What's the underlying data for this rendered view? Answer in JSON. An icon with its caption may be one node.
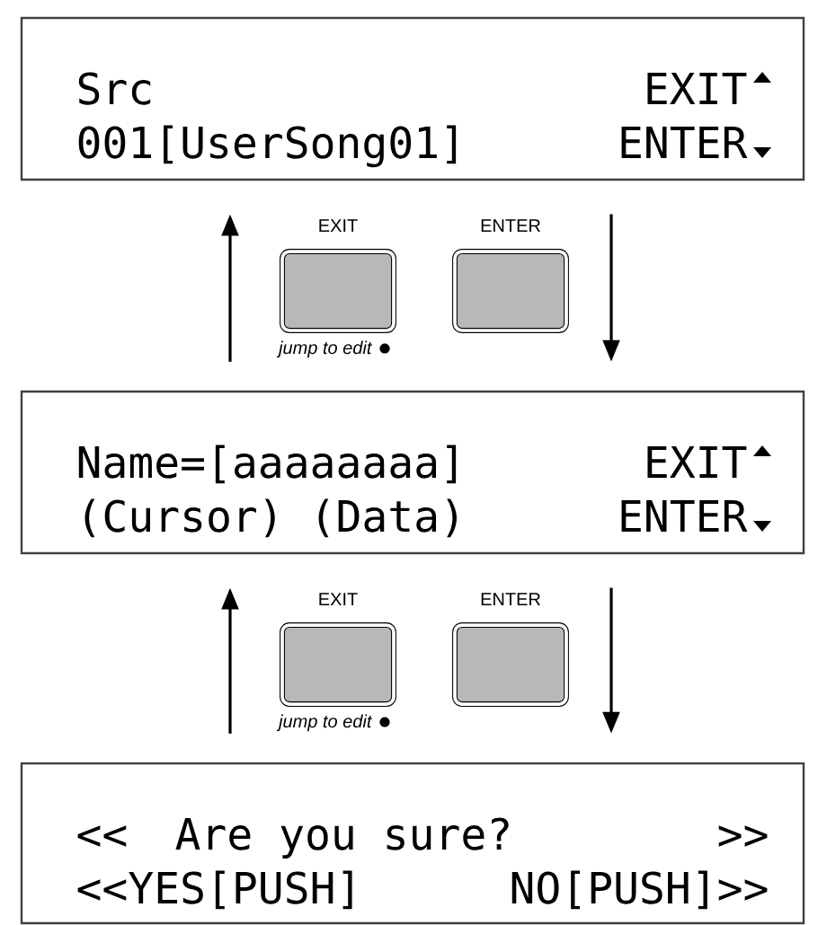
{
  "diagram": {
    "nodes": [
      {
        "text": [
          "Src",
          "EXIT",
          "001[UserSong01]",
          "ENTER"
        ]
      },
      {
        "text": [
          "EXIT"
        ],
        "beside": [
          "jump to edit"
        ]
      },
      {
        "text": [
          "ENTER"
        ]
      },
      {
        "text": [
          "Name=[aaaaaaaa]",
          "EXIT",
          "(Cursor) (Data)",
          "ENTER"
        ]
      },
      {
        "text": [
          "EXIT"
        ],
        "beside": [
          "jump to edit"
        ]
      },
      {
        "text": [
          "ENTER"
        ]
      },
      {
        "text": [
          "<<",
          "Are you sure?",
          ">>",
          "<<YES[PUSH]",
          "NO[PUSH]>>"
        ]
      }
    ],
    "edges": [
      {
        "from": 3,
        "to": 0,
        "arrow": "to"
      },
      {
        "from": 0,
        "to": 3,
        "arrow": "to"
      },
      {
        "from": 6,
        "to": 3,
        "arrow": "to"
      },
      {
        "from": 3,
        "to": 6,
        "arrow": "to"
      }
    ]
  }
}
